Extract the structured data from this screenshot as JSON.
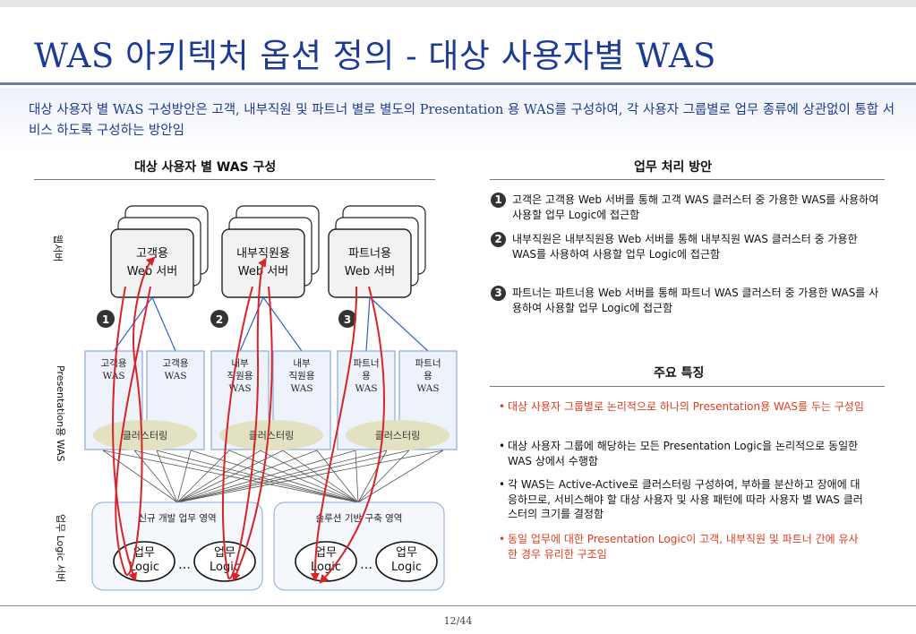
{
  "slide": {
    "title": "WAS 아키텍처 옵션 정의 - 대상 사용자별 WAS",
    "intro": "대상 사용자 별 WAS 구성방안은 고객, 내부직원 및 파트너 별로 별도의 Presentation 용 WAS를 구성하여, 각 사용자 그룹별로 업무 종류에 상관없이 통합 서비스 하도록 구성하는 방안임",
    "page_number": "12/44"
  },
  "left": {
    "section_title": "대상 사용자 별 WAS 구성",
    "layer_labels": {
      "web": "웹서버",
      "presentation": "Presentation용 WAS",
      "logic": "업무 Logic 서버"
    },
    "web_servers": [
      {
        "line1": "고객용",
        "line2": "Web 서버",
        "number": "1"
      },
      {
        "line1": "내부직원용",
        "line2": "Web 서버",
        "number": "2"
      },
      {
        "line1": "파트너용",
        "line2": "Web 서버",
        "number": "3"
      }
    ],
    "was_groups": [
      {
        "was": [
          [
            "고객용",
            "WAS"
          ],
          [
            "고객용",
            "WAS"
          ]
        ],
        "cluster": "클러스터링"
      },
      {
        "was": [
          [
            "내부",
            "직원용",
            "WAS"
          ],
          [
            "내부",
            "직원용",
            "WAS"
          ]
        ],
        "cluster": "클러스터링"
      },
      {
        "was": [
          [
            "파트너",
            "용",
            "WAS"
          ],
          [
            "파트너",
            "용",
            "WAS"
          ]
        ],
        "cluster": "클러스터링"
      }
    ],
    "logic_domains": [
      {
        "label": "신규 개발 업무 영역",
        "nodes": [
          [
            "업무",
            "Logic"
          ],
          [
            "업무",
            "Logic"
          ]
        ],
        "ellipsis": "…"
      },
      {
        "label": "솔루션 기반 구축 영역",
        "nodes": [
          [
            "업무",
            "Logic"
          ],
          [
            "업무",
            "Logic"
          ]
        ],
        "ellipsis": "…"
      }
    ]
  },
  "right": {
    "processing_title": "업무 처리 방안",
    "processing_items": [
      {
        "num": "1",
        "text": "고객은 고객용 Web 서버를 통해 고객 WAS 클러스터 중 가용한 WAS를 사용하여 사용할 업무 Logic에 접근함"
      },
      {
        "num": "2",
        "text": "내부직원은 내부직원용 Web 서버를 통해 내부직원 WAS 클러스터 중 가용한 WAS를 사용하여 사용할 업무 Logic에 접근함"
      },
      {
        "num": "3",
        "text": "파트너는 파트너용 Web 서버를 통해 파트너 WAS 클러스터 중 가용한 WAS를 사용하여 사용할 업무 Logic에 접근함"
      }
    ],
    "features_title": "주요 특징",
    "features": [
      {
        "text": "대상 사용자 그룹별로 논리적으로 하나의 Presentation용 WAS를 두는 구성임",
        "highlight": true
      },
      {
        "text": "대상 사용자 그룹에 해당하는 모든 Presentation Logic을 논리적으로 동일한 WAS 상에서 수행함",
        "highlight": false
      },
      {
        "text": "각 WAS는 Active-Active로 클러스터링 구성하여, 부하를 분산하고 장애에 대응하므로, 서비스해야 할 대상 사용자 및 사용 패턴에 따라 사용자 별 WAS 클러스터의 크기를 결정함",
        "highlight": false
      },
      {
        "text": "동일 업무에 대한 Presentation Logic이 고객, 내부직원 및 파트너 간에 유사한 경우 유리한 구조임",
        "highlight": true
      }
    ],
    "bullet": "•"
  },
  "colors": {
    "title_blue": "#1d3b95",
    "highlight_red": "#e03c1e",
    "arrow_red": "#d8232a",
    "link_blue": "#3060d0",
    "cluster_fill": "#e2e2c2",
    "was_fill": "#eef2fa",
    "was_border": "#8aa8d8"
  }
}
